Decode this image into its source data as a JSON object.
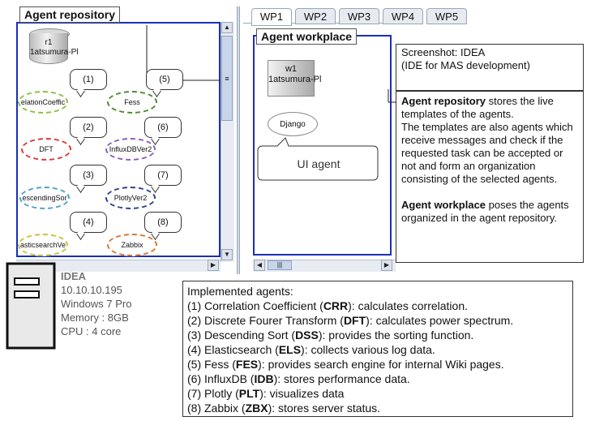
{
  "repository": {
    "title": "Agent repository",
    "db_agent": "r1\n1atsumura-Pl",
    "agents": [
      {
        "id": "1",
        "name": "elationCoeffic",
        "color": "#8bbf3f",
        "callout": "(1)"
      },
      {
        "id": "2",
        "name": "DFT",
        "color": "#d93a3a",
        "callout": "(2)"
      },
      {
        "id": "3",
        "name": "escendingSor",
        "color": "#4ba3c9",
        "callout": "(3)"
      },
      {
        "id": "4",
        "name": "asticsearchVe",
        "color": "#c9c23a",
        "callout": "(4)"
      },
      {
        "id": "5",
        "name": "Fess",
        "color": "#4e8a32",
        "callout": "(5)"
      },
      {
        "id": "6",
        "name": "InfluxDBVer2",
        "color": "#8a5cc4",
        "callout": "(6)"
      },
      {
        "id": "7",
        "name": "PlotlyVer2",
        "color": "#2e3f8f",
        "callout": "(7)"
      },
      {
        "id": "8",
        "name": "Zabbix",
        "color": "#d9762e",
        "callout": "(8)"
      }
    ],
    "scroll_left": "◀",
    "scroll_right": "▶",
    "scroll_up": "▲",
    "scroll_down": "▼",
    "thumb_mark": "≡"
  },
  "tabs": [
    "WP1",
    "WP2",
    "WP3",
    "WP4",
    "WP5"
  ],
  "workplace": {
    "title": "Agent workplace",
    "w1": "w1\n1atsumura-Pl",
    "django": "Django",
    "ui_agent_callout": "UI agent",
    "scroll_left": "◀",
    "scroll_right": "▶",
    "thumb_mark": "|||"
  },
  "screenshot_note": {
    "line1": "Screenshot: IDEA",
    "line2": "(IDE for MAS development)"
  },
  "description": {
    "p1_bold": "Agent repository",
    "p1_rest": " stores the live templates of  the agents.",
    "p2": "The templates are also agents which receive messages and check if the requested task can be accepted or not and form an organization consisting of the selected agents.",
    "p3_bold": "Agent workplace",
    "p3_rest": " poses the agents organized in the agent repository."
  },
  "server": {
    "name": "IDEA",
    "ip": "10.10.10.195",
    "os": "Windows 7 Pro",
    "memory": "Memory : 8GB",
    "cpu": "CPU : 4 core"
  },
  "implemented": {
    "heading": "Implemented agents:",
    "items": [
      {
        "prefix": "(1) Correlation Coefficient (",
        "code": "CRR",
        "suffix": "): calculates correlation."
      },
      {
        "prefix": "(2) Discrete Fourer Transform (",
        "code": "DFT",
        "suffix": "): calculates power spectrum."
      },
      {
        "prefix": "(3) Descending Sort (",
        "code": "DSS",
        "suffix": "): provides the sorting function."
      },
      {
        "prefix": "(4) Elasticsearch (",
        "code": "ELS",
        "suffix": "): collects various log data."
      },
      {
        "prefix": "(5) Fess (",
        "code": "FES",
        "suffix": "): provides search engine for internal Wiki pages."
      },
      {
        "prefix": "(6) InfluxDB (",
        "code": "IDB",
        "suffix": "): stores performance data."
      },
      {
        "prefix": "(7) Plotly (",
        "code": "PLT",
        "suffix": "): visualizes data"
      },
      {
        "prefix": "(8) Zabbix (",
        "code": "ZBX",
        "suffix": "): stores server status."
      }
    ]
  }
}
